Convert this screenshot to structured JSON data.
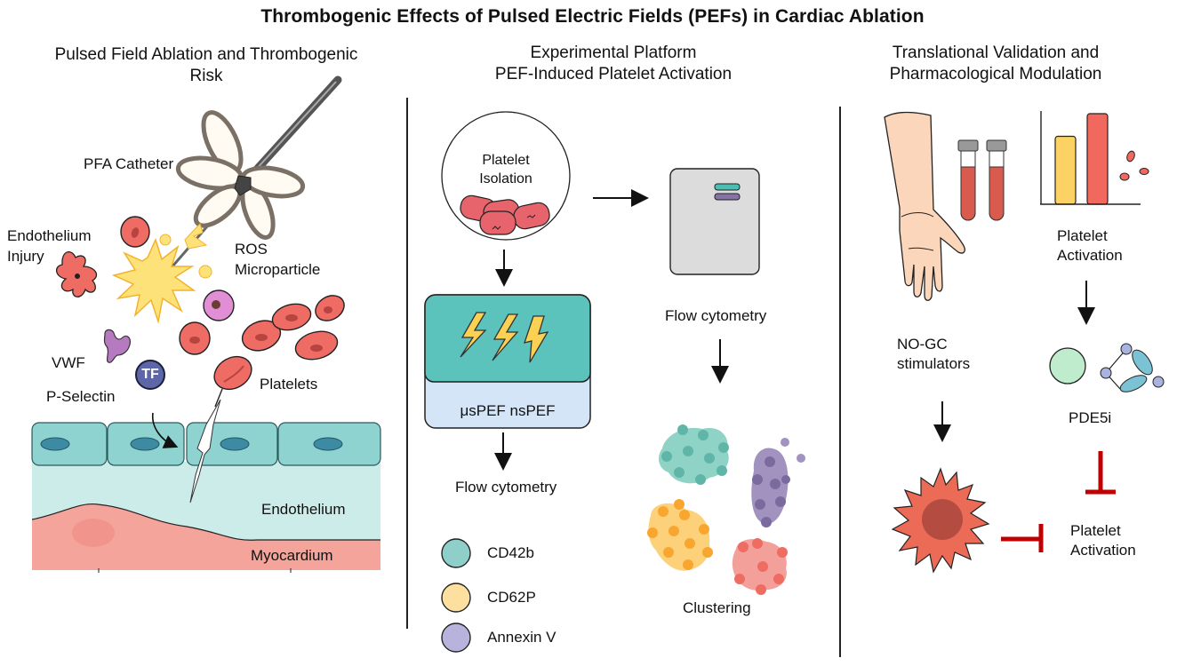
{
  "title": "Thrombogenic Effects of Pulsed  Electric Fields (PEFs) in Cardiac Ablation",
  "panels": {
    "left": {
      "title_line1": "Pulsed Field Ablation and Thrombogenic",
      "title_line2": "Risk",
      "labels": {
        "catheter": "PFA Catheter",
        "endothelium_injury_1": "Endothelium",
        "endothelium_injury_2": "Injury",
        "ros": "ROS",
        "microparticle": "Microparticle",
        "vwf": "VWF",
        "tf": "TF",
        "p_selectin": "P-Selectin",
        "platelets": "Platelets",
        "endothelium": "Endothelium",
        "myocardium": "Myocardium"
      }
    },
    "middle": {
      "title_line1": "Experimental Platform",
      "title_line2": "PEF-Induced Platelet Activation",
      "platelet_isolation_1": "Platelet",
      "platelet_isolation_2": "Isolation",
      "pef_device_label": "μsPEF nsPEF",
      "flow_cytometry_left": "Flow cytometry",
      "flow_cytometry_right": "Flow cytometry",
      "clustering": "Clustering",
      "legend": [
        {
          "label": "CD42b",
          "color": "#8ecfca"
        },
        {
          "label": "CD62P",
          "color": "#fde0a0"
        },
        {
          "label": "Annexin V",
          "color": "#b8b3dc"
        }
      ],
      "cluster_colors": {
        "teal": "#8fd3c6",
        "purple": "#9b8ab8",
        "yellow": "#fdd17a",
        "red": "#f3a09a"
      }
    },
    "right": {
      "title_line1": "Translational Validation and",
      "title_line2": "Pharmacological Modulation",
      "platelet_activation_top_1": "Platelet",
      "platelet_activation_top_2": "Activation",
      "no_gc_1": "NO-GC",
      "no_gc_2": "stimulators",
      "pde5i": "PDE5i",
      "platelet_activation_bottom_1": "Platelet",
      "platelet_activation_bottom_2": "Activation",
      "mini_bar_chart": {
        "bars": [
          {
            "relative_value": 0.75,
            "color": "#fcd265"
          },
          {
            "relative_value": 1.0,
            "color": "#f1695e"
          }
        ]
      },
      "inhibit_color": "#c00000"
    }
  }
}
